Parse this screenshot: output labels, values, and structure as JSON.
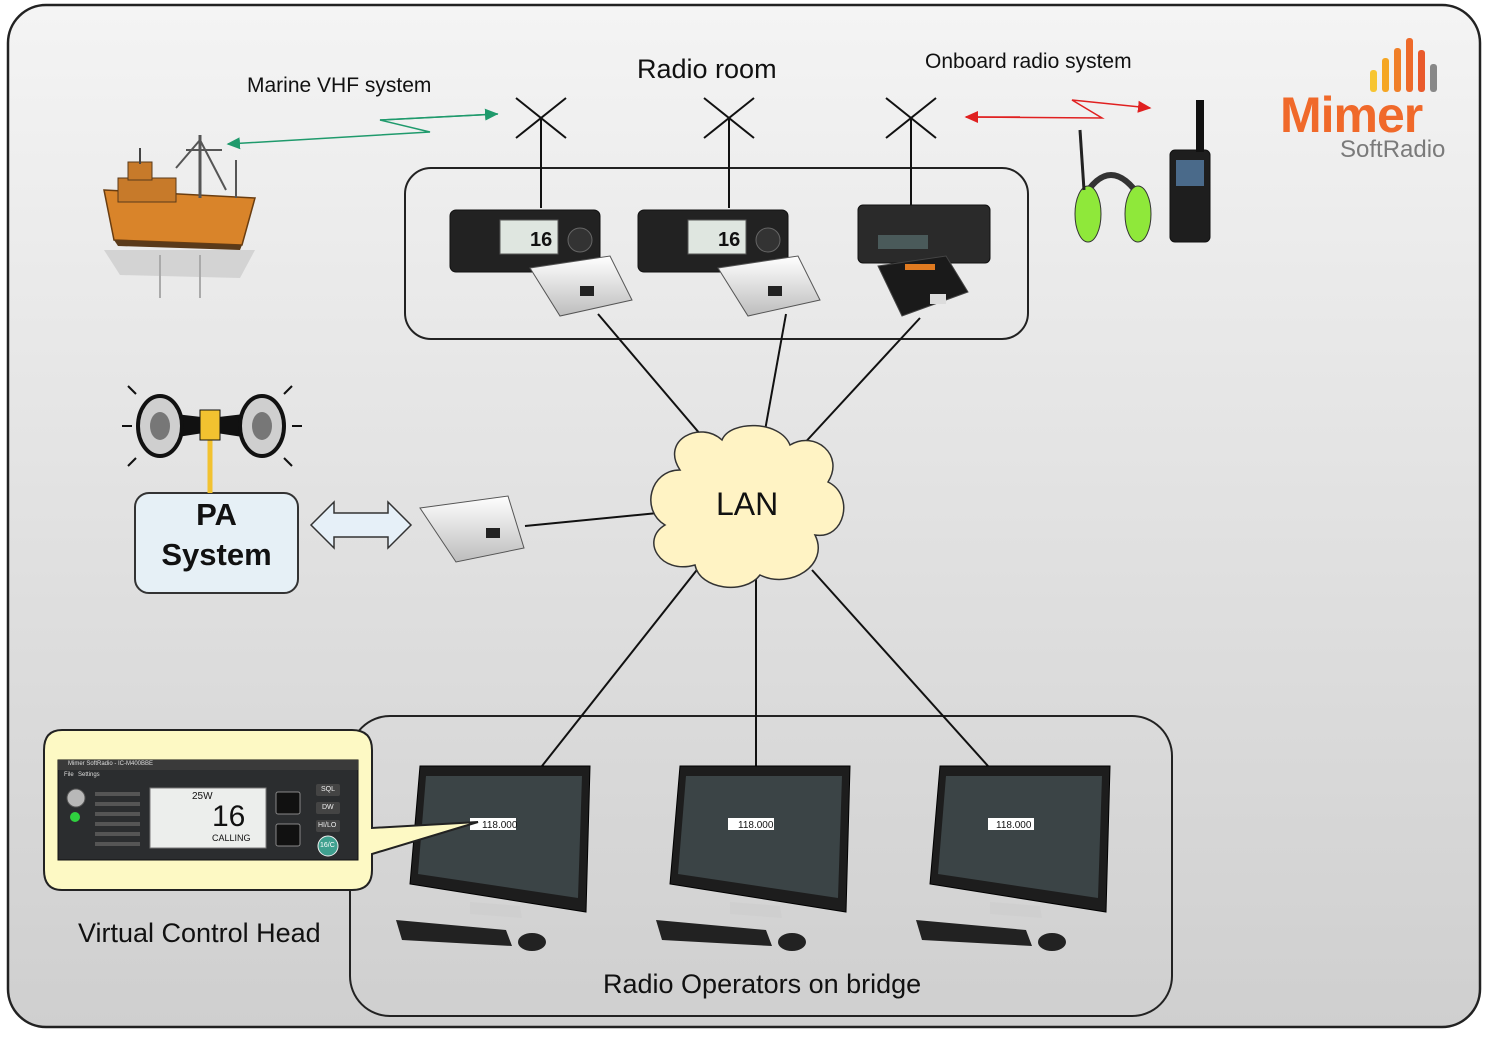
{
  "diagram": {
    "title": "Radio room",
    "labels": {
      "marine_vhf": "Marine VHF system",
      "onboard_radio": "Onboard radio system",
      "lan": "LAN",
      "pa_line1": "PA",
      "pa_line2": "System",
      "virtual_control_head": "Virtual Control Head",
      "radio_operators": "Radio Operators on bridge"
    },
    "logo": {
      "brand": "Mimer",
      "product": "SoftRadio"
    },
    "control_head": {
      "window_title": "Mimer SoftRadio - IC-M400BBE",
      "menu": [
        "File",
        "Settings"
      ],
      "power": "25W",
      "channel": "16",
      "status": "CALLING",
      "buttons": [
        "SQL",
        "DW",
        "HI/LO",
        "16/C"
      ]
    },
    "vhf_radio_channel": "16",
    "operator_frequency": "118.000",
    "colors": {
      "vhf_link": "#1f9a6c",
      "onboard_link": "#e02020",
      "logo_orange": "#f0692a",
      "logo_grey": "#7a7a7a"
    }
  }
}
